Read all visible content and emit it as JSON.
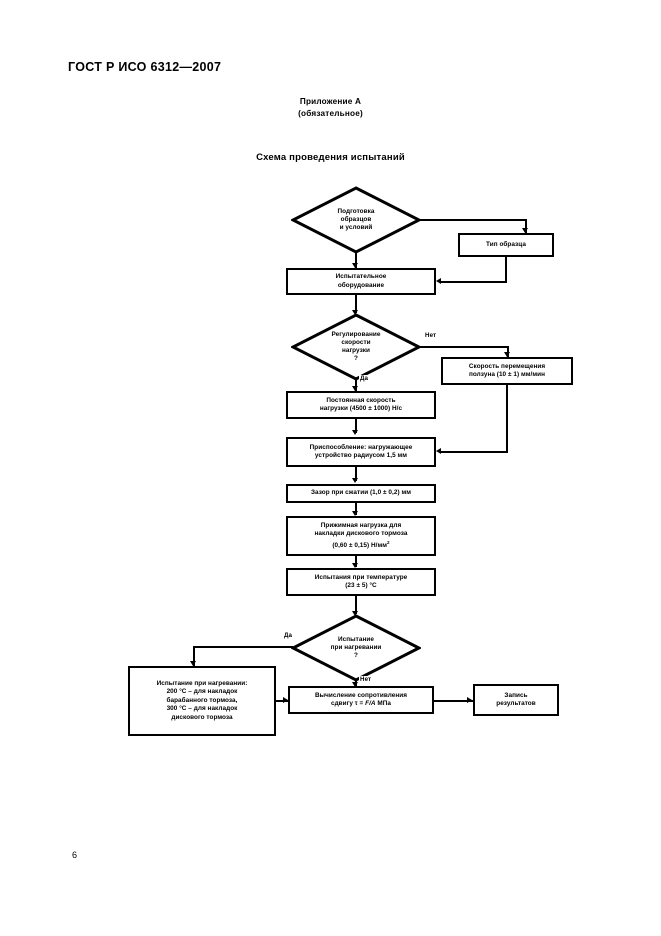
{
  "document": {
    "standard_header": "ГОСТ Р ИСО 6312—2007",
    "page_number": "6"
  },
  "appendix": {
    "title": "Приложение А",
    "subtitle": "(обязательное)"
  },
  "diagram": {
    "title": "Схема проведения испытаний",
    "nodes": {
      "prepare": {
        "shape": "decision",
        "line1": "Подготовка",
        "line2": "образцов",
        "line3": "и условий"
      },
      "sample_type": {
        "shape": "process",
        "line1": "Тип образца"
      },
      "test_equipment": {
        "shape": "process",
        "line1": "Испытательное",
        "line2": "оборудование"
      },
      "speed_control": {
        "shape": "decision",
        "line1": "Регулирование",
        "line2": "скорости",
        "line3": "нагрузки",
        "line4": "?"
      },
      "slider_speed": {
        "shape": "process",
        "line1": "Скорость перемещения",
        "line2": "ползуна (10 ± 1) мм/мин"
      },
      "constant_speed": {
        "shape": "process",
        "line1": "Постоянная скорость",
        "line2": "нагрузки (4500 ± 1000) Н/с"
      },
      "fixture": {
        "shape": "process",
        "line1": "Приспособление: нагружающее",
        "line2": "устройство радиусом 1,5 мм"
      },
      "clearance": {
        "shape": "process",
        "line1": "Зазор при сжатии (1,0 ± 0,2) мм"
      },
      "press_load": {
        "shape": "process",
        "line1": "Прижимная нагрузка для",
        "line2": "накладки дискового тормоза",
        "line3": "(0,60 ± 0,15) Н/мм",
        "line3_sup": "2"
      },
      "temperature": {
        "shape": "process",
        "line1": "Испытания при температуре",
        "line2": "(23 ± 5) °С"
      },
      "heating_test": {
        "shape": "decision",
        "line1": "Испытание",
        "line2": "при нагревании",
        "line3": "?"
      },
      "heating_params": {
        "shape": "process",
        "line1": "Испытание при нагревании:",
        "line2": "200 °С – для накладок",
        "line3": "барабанного тормоза,",
        "line4": "300 °С – для накладок",
        "line5": "дискового тормоза"
      },
      "calculation": {
        "shape": "process",
        "line1": "Вычисление сопротивления",
        "line2_pre": "сдвигу τ = ",
        "line2_italic": "F/A",
        "line2_post": " МПа"
      },
      "record": {
        "shape": "process",
        "line1": "Запись",
        "line2": "результатов"
      }
    },
    "edge_labels": {
      "speed_no": "Нет",
      "speed_yes": "Да",
      "heating_yes": "Да",
      "heating_no": "Нет"
    }
  }
}
